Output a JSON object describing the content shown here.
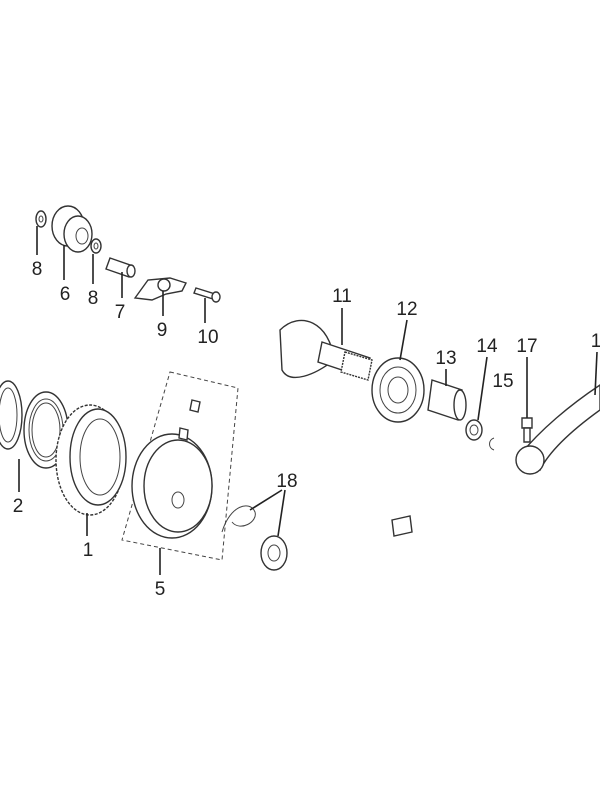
{
  "diagram": {
    "title": "",
    "callouts": [
      {
        "id": "8a",
        "label": "8"
      },
      {
        "id": "6",
        "label": "6"
      },
      {
        "id": "8b",
        "label": "8"
      },
      {
        "id": "7",
        "label": "7"
      },
      {
        "id": "9",
        "label": "9"
      },
      {
        "id": "10",
        "label": "10"
      },
      {
        "id": "11",
        "label": "11"
      },
      {
        "id": "12",
        "label": "12"
      },
      {
        "id": "13",
        "label": "13"
      },
      {
        "id": "14",
        "label": "14"
      },
      {
        "id": "15",
        "label": "15"
      },
      {
        "id": "17",
        "label": "17"
      },
      {
        "id": "16",
        "label": "1"
      },
      {
        "id": "2",
        "label": "2"
      },
      {
        "id": "1",
        "label": "1"
      },
      {
        "id": "5",
        "label": "5"
      },
      {
        "id": "18",
        "label": "18"
      }
    ]
  }
}
